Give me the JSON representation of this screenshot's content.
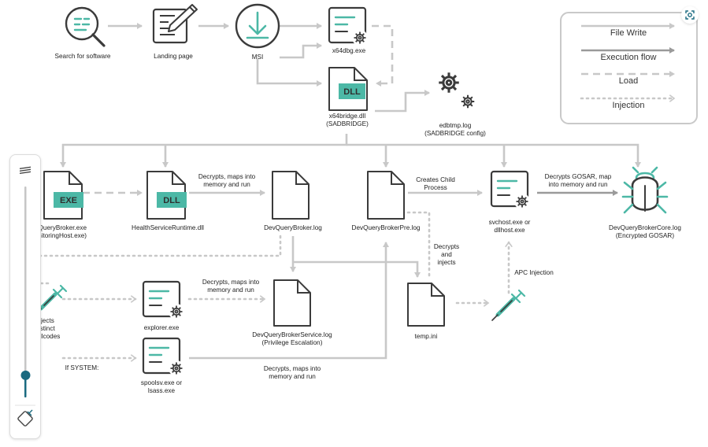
{
  "nodes": {
    "search": "Search for software",
    "landing": "Landing page",
    "msi": "MSI",
    "x64dbg": "x64dbg.exe",
    "x64bridge_1": "x64bridge.dll",
    "x64bridge_2": "(SADBRIDGE)",
    "edbtmp_1": "edbtmp.log",
    "edbtmp_2": "(SADBRIDGE config)",
    "devquerybroker_exe_1": "DevQueryBroker.exe",
    "devquerybroker_exe_2": "(MonitoringHost.exe)",
    "healthservice": "HealthServiceRuntime.dll",
    "devquerybroker_log": "DevQueryBroker.log",
    "devquerybrokerpre": "DevQueryBrokerPre.log",
    "svchost_1": "svchost.exe or",
    "svchost_2": "dllhost.exe",
    "core_1": "DevQueryBrokerCore.log",
    "core_2": "(Encrypted GOSAR)",
    "explorer": "explorer.exe",
    "service_1": "DevQueryBrokerService.log",
    "service_2": "(Privilege Escalation)",
    "spoolsv_1": "spoolsv.exe or",
    "spoolsv_2": "lsass.exe",
    "temp": "temp.ini",
    "injects_1": "Injects",
    "injects_2": "distinct",
    "injects_3": "shellcodes"
  },
  "doc_tags": {
    "exe": "EXE",
    "dll": "DLL"
  },
  "edges": {
    "decrypts_maps_1": "Decrypts, maps into",
    "decrypts_maps_2": "memory and run",
    "creates_child_1": "Creates Child",
    "creates_child_2": "Process",
    "decrypts_gosar_1": "Decrypts GOSAR, map",
    "decrypts_gosar_2": "into memory and run",
    "decrypts_injects_1": "Decrypts",
    "decrypts_injects_2": "and",
    "decrypts_injects_3": "injects",
    "apc": "APC Injection",
    "if_system": "If SYSTEM:"
  },
  "legend": {
    "file_write": "File Write",
    "execution_flow": "Execution flow",
    "load": "Load",
    "injection": "Injection"
  },
  "colors": {
    "accent": "#4cb8a6",
    "connector": "#c8c8c8",
    "icon_outline": "#3b3b3b"
  },
  "zoom": {
    "level": 0.35
  }
}
